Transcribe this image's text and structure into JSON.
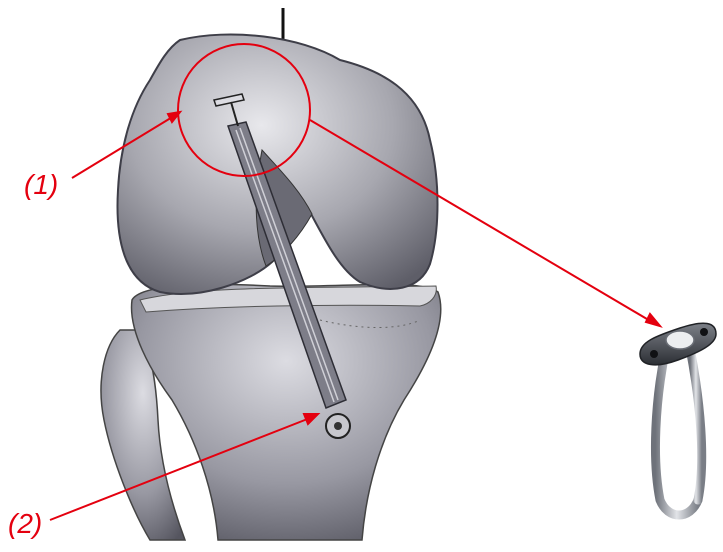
{
  "labels": {
    "callout_1": "(1)",
    "callout_2": "(2)"
  },
  "colors": {
    "annotation": "#e4000f",
    "bone_shade": "#8c8c94",
    "implant_metal": "#9a9ea6"
  },
  "figure": {
    "subject": "knee-joint-illustration",
    "implant": "suspensory-button-loop-icon"
  }
}
